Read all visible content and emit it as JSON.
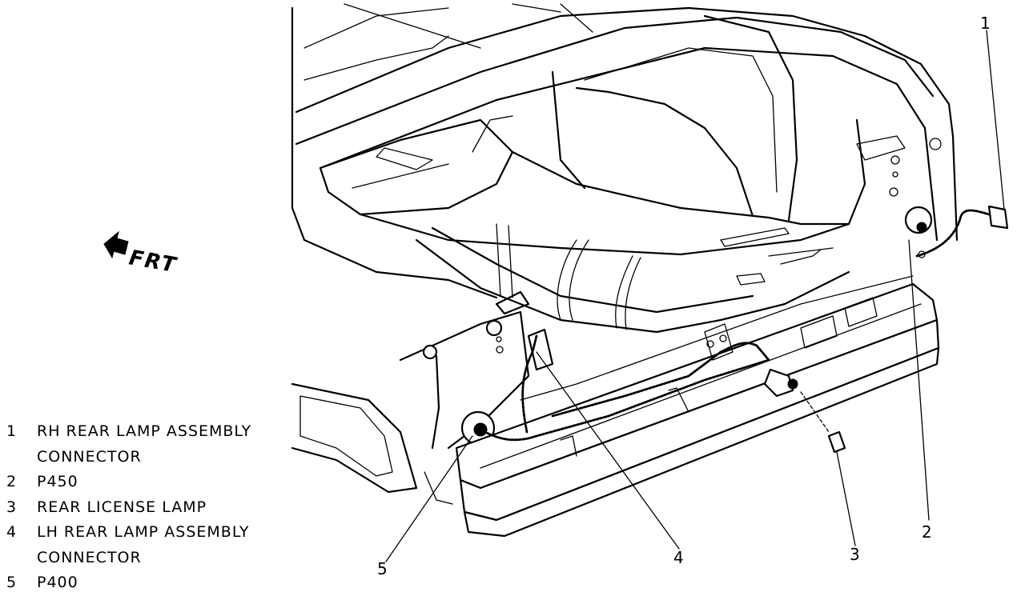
{
  "orientation": {
    "label": "FRT",
    "icon": "front-arrow-icon"
  },
  "callouts": [
    "1",
    "2",
    "3",
    "4",
    "5"
  ],
  "legend": [
    {
      "num": "1",
      "lines": [
        "RH REAR LAMP ASSEMBLY",
        "CONNECTOR"
      ]
    },
    {
      "num": "2",
      "lines": [
        "P450"
      ]
    },
    {
      "num": "3",
      "lines": [
        "REAR LICENSE LAMP"
      ]
    },
    {
      "num": "4",
      "lines": [
        "LH REAR LAMP ASSEMBLY",
        "CONNECTOR"
      ]
    },
    {
      "num": "5",
      "lines": [
        "P400"
      ]
    }
  ]
}
